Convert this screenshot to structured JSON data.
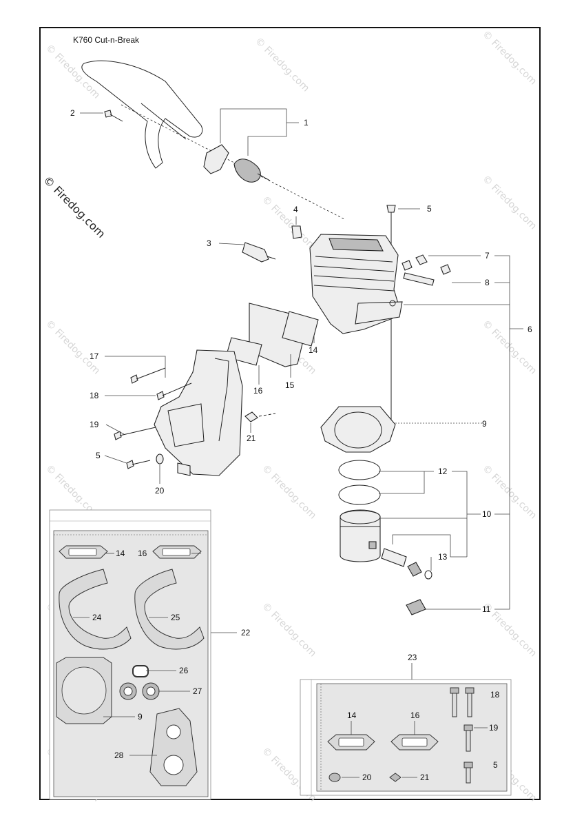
{
  "diagram": {
    "title": "K760 Cut-n-Break",
    "watermark": "© Firedog.com",
    "labels": {
      "n1": "1",
      "n2": "2",
      "n3": "3",
      "n4": "4",
      "n5a": "5",
      "n5b": "5",
      "n5c": "5",
      "n6": "6",
      "n7": "7",
      "n8": "8",
      "n9a": "9",
      "n9b": "9",
      "n10": "10",
      "n11": "11",
      "n12": "12",
      "n13": "13",
      "n14a": "14",
      "n14b": "14",
      "n14c": "14",
      "n15": "15",
      "n16a": "16",
      "n16b": "16",
      "n16c": "16",
      "n17": "17",
      "n18a": "18",
      "n18b": "18",
      "n19a": "19",
      "n19b": "19",
      "n20a": "20",
      "n20b": "20",
      "n21a": "21",
      "n21b": "21",
      "n22": "22",
      "n23": "23",
      "n24": "24",
      "n25": "25",
      "n26": "26",
      "n27": "27",
      "n28": "28"
    }
  }
}
